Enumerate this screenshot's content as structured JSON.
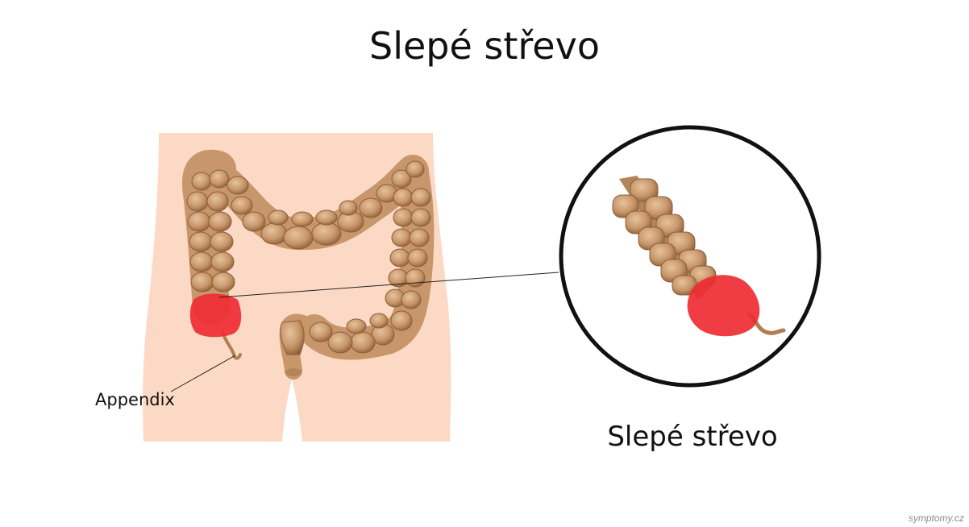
{
  "diagram": {
    "title": "Slepé střevo",
    "zoom_label": "Slepé střevo",
    "appendix_label": "Appendix",
    "watermark": "symptomy.cz"
  },
  "colors": {
    "skin": "#fcd9c5",
    "colon": "#c7966a",
    "colon_dark": "#9c6c42",
    "colon_light": "#dfb690",
    "highlight": "#ef2c33",
    "circle_border": "#111111"
  },
  "icons": [
    "colon-illustration-icon",
    "appendix-icon",
    "cecum-highlight-icon",
    "zoom-circle-icon"
  ]
}
